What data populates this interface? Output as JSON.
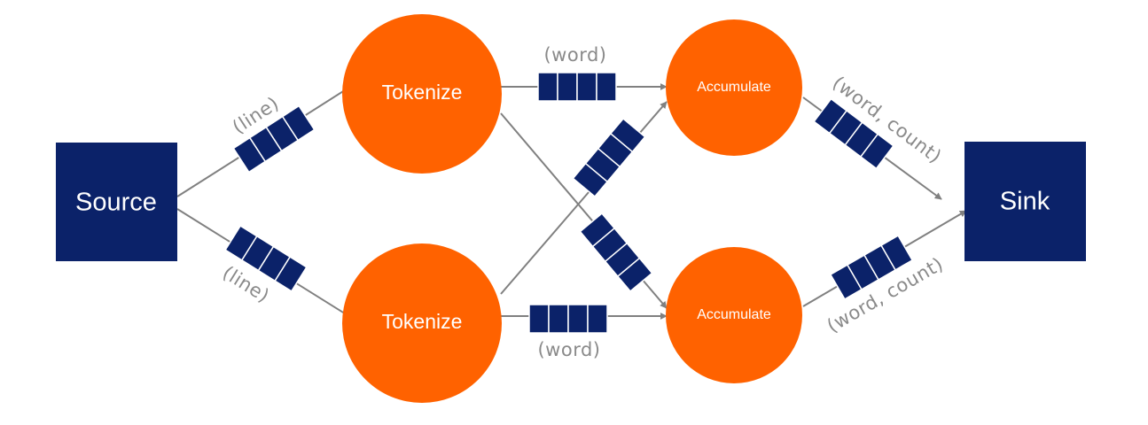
{
  "nodes": {
    "source": {
      "label": "Source"
    },
    "tokenize_top": {
      "label": "Tokenize"
    },
    "tokenize_bottom": {
      "label": "Tokenize"
    },
    "accumulate_top": {
      "label": "Accumulate"
    },
    "accumulate_bottom": {
      "label": "Accumulate"
    },
    "sink": {
      "label": "Sink"
    }
  },
  "edge_labels": {
    "source_to_tokenize_top": "(line)",
    "source_to_tokenize_bottom": "(line)",
    "tokenize_top_to_accumulate_top": "(word)",
    "tokenize_bottom_to_accumulate_bottom": "(word)",
    "accumulate_top_to_sink": "(word, count)",
    "accumulate_bottom_to_sink": "(word, count)"
  },
  "colors": {
    "square_node": "#0b2269",
    "circle_node": "#ff6200",
    "queue": "#0b2269",
    "edge": "#808080",
    "label": "#8a8a8a"
  }
}
